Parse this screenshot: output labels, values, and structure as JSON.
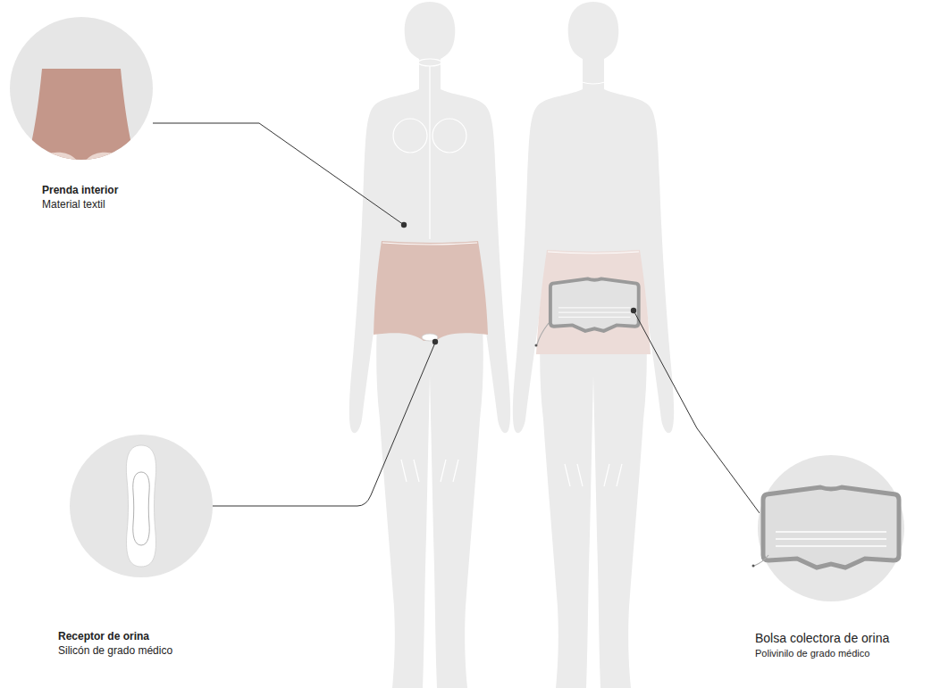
{
  "diagram": {
    "nodes": [
      {
        "text": [
          "Prenda interior",
          "Material textil"
        ]
      },
      {
        "text": [
          "Receptor de orina",
          "Silicón de grado médico"
        ]
      },
      {
        "text": [
          "Bolsa colectora de orina",
          "Polivinilo de grado médico"
        ]
      }
    ]
  }
}
